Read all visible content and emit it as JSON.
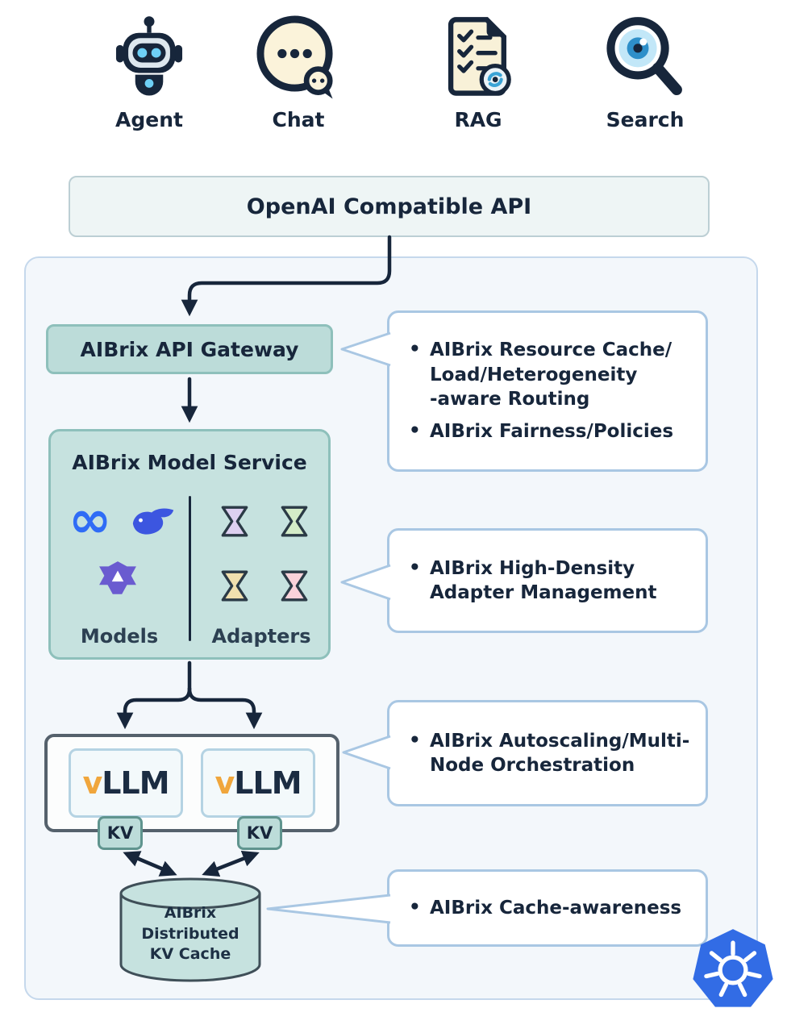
{
  "clients": [
    {
      "label": "Agent"
    },
    {
      "label": "Chat"
    },
    {
      "label": "RAG"
    },
    {
      "label": "Search"
    }
  ],
  "api_banner": {
    "label": "OpenAI Compatible API"
  },
  "gateway": {
    "label": "AIBrix API Gateway"
  },
  "model_service": {
    "title": "AIBrix Model Service",
    "models_label": "Models",
    "adapters_label": "Adapters"
  },
  "engines": {
    "left": {
      "label": "vLLM",
      "kv": "KV"
    },
    "right": {
      "label": "vLLM",
      "kv": "KV"
    }
  },
  "kv_cache": {
    "label": "AIBrix Distributed KV Cache"
  },
  "callouts": {
    "routing": {
      "items": [
        "AIBrix Resource Cache/\nLoad/Heterogeneity\n-aware Routing",
        "AIBrix Fairness/Policies"
      ]
    },
    "adapters": {
      "items": [
        "AIBrix High-Density\nAdapter Management"
      ]
    },
    "autoscaling": {
      "items": [
        "AIBrix Autoscaling/Multi-\nNode Orchestration"
      ]
    },
    "cache": {
      "items": [
        "AIBrix Cache-awareness"
      ]
    }
  },
  "icons": {
    "clients": [
      "robot-agent-icon",
      "chat-bubble-icon",
      "rag-document-icon",
      "search-magnifier-icon"
    ],
    "models": [
      "meta-infinity-logo",
      "deepseek-whale-logo",
      "qwen-logo"
    ],
    "adapters": "adapter-hourglass-icon",
    "footer": "kubernetes-logo"
  },
  "colors": {
    "teal_node_bg": "#bcdcd9",
    "teal_node_border": "#8ec0bb",
    "container_bg": "#f3f7fb",
    "container_border": "#c5d8ec",
    "callout_border": "#a9c7e3",
    "banner_bg": "#eef5f5",
    "text_dark": "#17263b",
    "arrow": "#17263b",
    "kubernetes_blue": "#326ce5",
    "adapter_purple": "#ddd0f0",
    "adapter_green": "#d4ecc8",
    "adapter_yellow": "#f0dfae",
    "adapter_pink": "#f9d2da",
    "vllm_v_orange": "#f0a63c"
  }
}
